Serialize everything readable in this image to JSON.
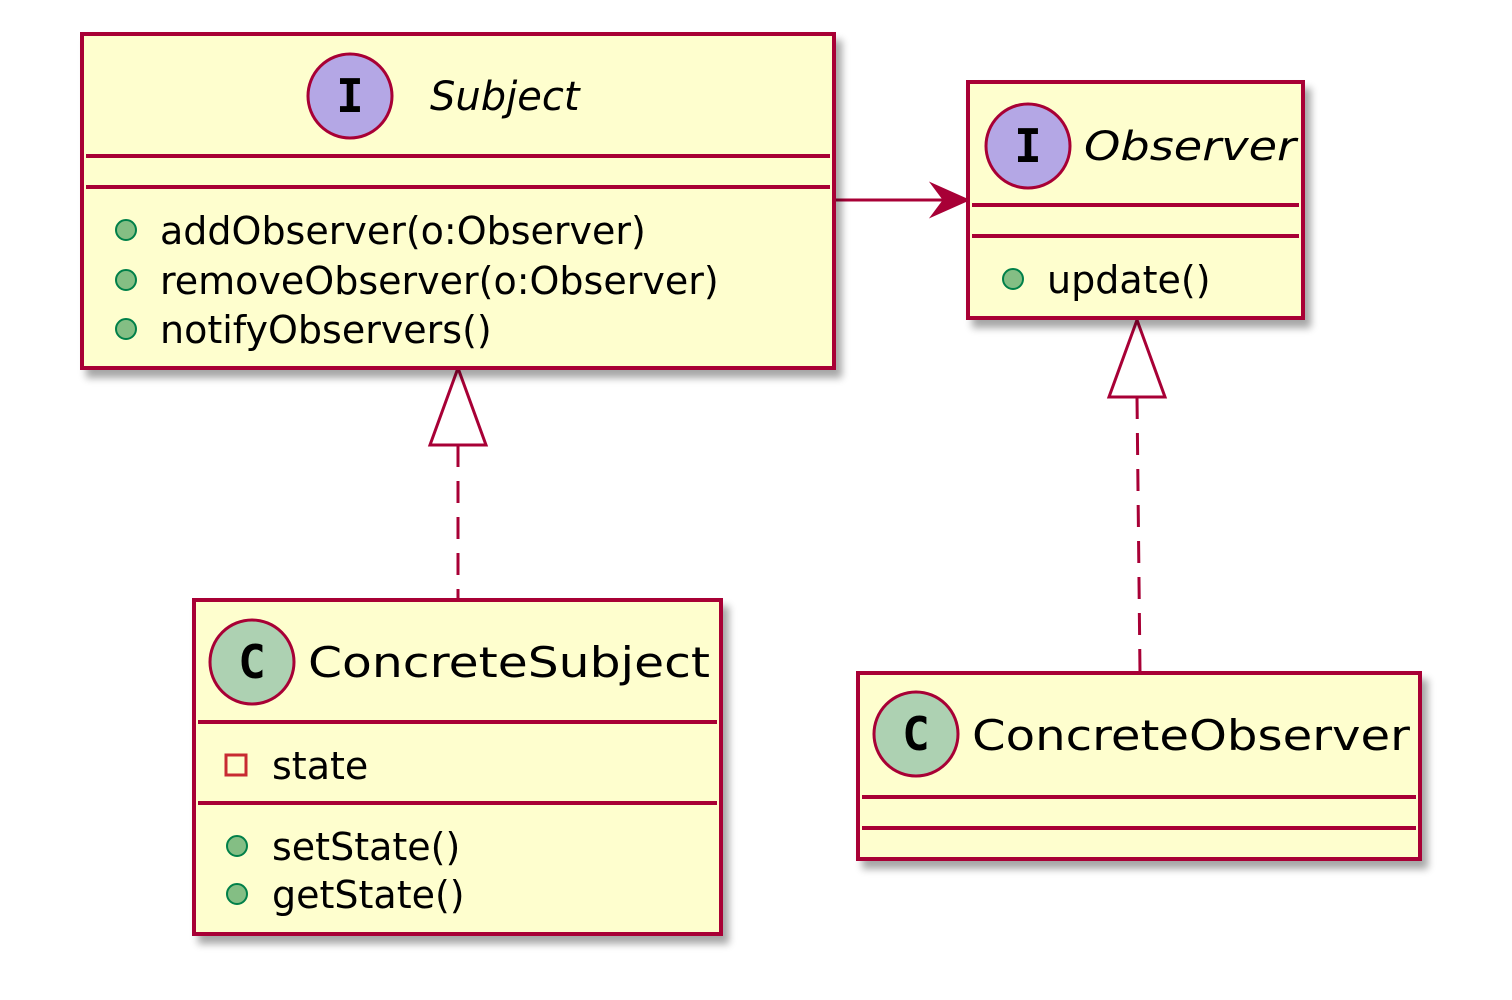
{
  "subject": {
    "badge": "I",
    "name": "Subject",
    "methods": [
      "addObserver(o:Observer)",
      "removeObserver(o:Observer)",
      "notifyObservers()"
    ]
  },
  "observer": {
    "badge": "I",
    "name": "Observer",
    "methods": [
      "update()"
    ]
  },
  "concrete_subject": {
    "badge": "C",
    "name": "ConcreteSubject",
    "fields": [
      "state"
    ],
    "methods": [
      "setState()",
      "getState()"
    ]
  },
  "concrete_observer": {
    "badge": "C",
    "name": "ConcreteObserver"
  },
  "relations": [
    {
      "from": "Subject",
      "to": "Observer",
      "kind": "association"
    },
    {
      "from": "ConcreteSubject",
      "to": "Subject",
      "kind": "realization"
    },
    {
      "from": "ConcreteObserver",
      "to": "Observer",
      "kind": "realization"
    }
  ],
  "colors": {
    "box_fill": "#fefece",
    "border": "#a80036",
    "interface_badge": "#b4a7e5",
    "class_badge": "#add1b2",
    "public_marker": "#84be84",
    "private_marker": "#c82930"
  }
}
